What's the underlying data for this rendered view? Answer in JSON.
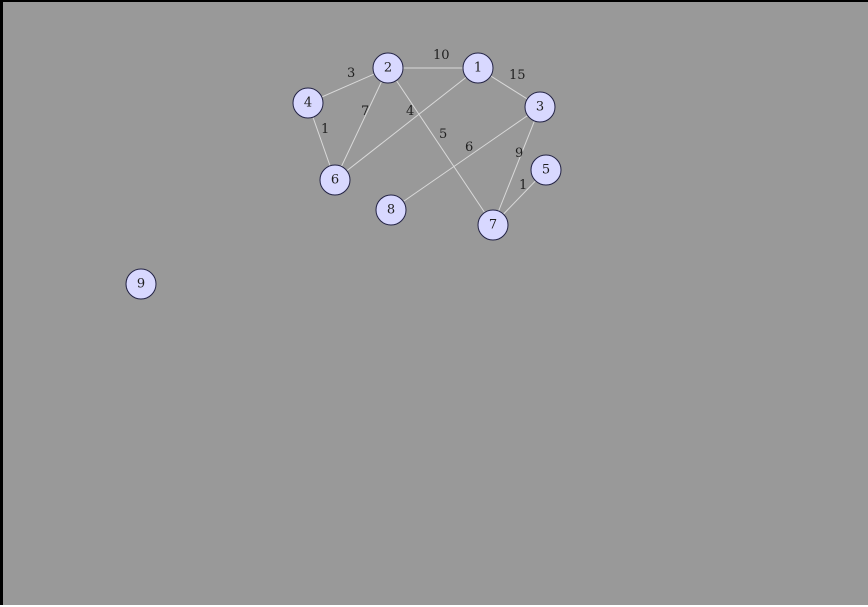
{
  "graph": {
    "background_color": "#999999",
    "edge_color": "#d9d9d9",
    "node_fill": "#d8d8ff",
    "nodes": [
      {
        "id": "1",
        "label": "1"
      },
      {
        "id": "2",
        "label": "2"
      },
      {
        "id": "3",
        "label": "3"
      },
      {
        "id": "4",
        "label": "4"
      },
      {
        "id": "5",
        "label": "5"
      },
      {
        "id": "6",
        "label": "6"
      },
      {
        "id": "7",
        "label": "7"
      },
      {
        "id": "8",
        "label": "8"
      },
      {
        "id": "9",
        "label": "9"
      }
    ],
    "edges": [
      {
        "from": "2",
        "to": "1",
        "weight": "10"
      },
      {
        "from": "2",
        "to": "4",
        "weight": "3"
      },
      {
        "from": "1",
        "to": "3",
        "weight": "15"
      },
      {
        "from": "4",
        "to": "6",
        "weight": "1"
      },
      {
        "from": "2",
        "to": "6",
        "weight": "7"
      },
      {
        "from": "1",
        "to": "6",
        "weight": "4"
      },
      {
        "from": "2",
        "to": "7",
        "weight": "5"
      },
      {
        "from": "3",
        "to": "8",
        "weight": "6"
      },
      {
        "from": "3",
        "to": "7",
        "weight": "9"
      },
      {
        "from": "5",
        "to": "7",
        "weight": "1"
      }
    ]
  }
}
